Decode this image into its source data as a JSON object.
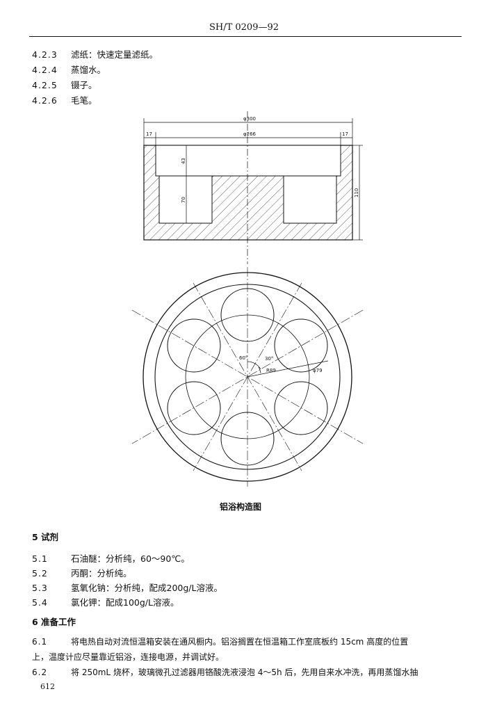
{
  "header": {
    "title": "SH/T 0209—92"
  },
  "items_top": [
    {
      "num": "4.2.3",
      "text": "滤纸：快速定量滤纸。"
    },
    {
      "num": "4.2.4",
      "text": "蒸馏水。"
    },
    {
      "num": "4.2.5",
      "text": "镊子。"
    },
    {
      "num": "4.2.6",
      "text": "毛笔。"
    }
  ],
  "figure": {
    "dims": {
      "d300": "φ300",
      "d266": "φ266",
      "side_l": "17",
      "side_r": "17",
      "h43": "43",
      "h70": "70",
      "h110": "110",
      "a60": "60°",
      "a30": "30°",
      "r89": "R89",
      "d79": "φ79"
    },
    "caption": "铝浴构造图"
  },
  "section5": {
    "title": "5  试剂"
  },
  "items5": [
    {
      "num": "5.1",
      "text": "石油醚：分析纯，60～90℃。"
    },
    {
      "num": "5.2",
      "text": "丙酮：分析纯。"
    },
    {
      "num": "5.3",
      "text": "氢氧化钠：分析纯，配成200g/L溶液。"
    },
    {
      "num": "5.4",
      "text": "氯化钾：配成100g/L溶液。"
    }
  ],
  "section6": {
    "title": "6  准备工作"
  },
  "p61": {
    "num": "6.1",
    "line1": "将电热自动对流恒温箱安装在通风橱内。铝浴搁置在恒温箱工作室底板约 15cm 高度的位置",
    "line2": "上，温度计应尽量靠近铝浴，连接电源，并调试好。"
  },
  "p62": {
    "num": "6.2",
    "line1": "将 250mL 烧杯，玻璃微孔过滤器用铬酸洗液浸泡 4～5h 后，先用自来水冲洗，再用蒸馏水抽"
  },
  "footer": {
    "page": "612"
  }
}
